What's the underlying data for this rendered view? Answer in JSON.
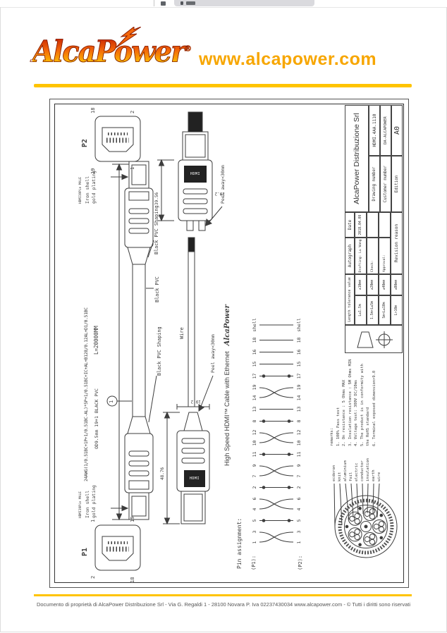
{
  "header": {
    "logo": "AlcaPower",
    "reg": "®",
    "url": "www.alcapower.com"
  },
  "footer": {
    "text": "Documento di proprietà di AlcaPower Distribuzione Srl - Via G. Regaldi 1 - 28100 Novara P. Iva 02237430034 www.alcapower.com - © Tutti i diritti sono riservati"
  },
  "colors": {
    "accent_yellow": "#ffc400",
    "accent_orange": "#f7a600",
    "ink": "#3d3d3d"
  },
  "drawing": {
    "p1": {
      "label": "P1",
      "pin_tl": "2",
      "pin_tr": "1",
      "pin_bl": "18",
      "pin_br": "19"
    },
    "p2": {
      "label": "P2",
      "pin_tl": "19",
      "pin_tr": "18",
      "pin_bl": "1",
      "pin_br": "2"
    },
    "connector_note": {
      "line1": "HDMI19Pin MALE",
      "line2": "Iron shell",
      "line3": "gold plating"
    },
    "spec": {
      "line1": "24AWG(1/0.51BC+1P+1/0.51BC-AL)*5P+1/0.51BC+IC+AL+B128/0.12AL+D1/0.51BC",
      "line2": "OD9.5mm 19+1 BLACK PVC",
      "length": "L=20000MM"
    },
    "labels": {
      "black_pvc_shaping": "Black PVC Shaping",
      "black_pvc": "Black PVC",
      "wire": "Wire",
      "peel_away": "Peel away<30mm",
      "balloon": "1",
      "hdmi_logo": "HDMI",
      "cable_type": "High Speed HDMI™ Cable with Ethernet",
      "brand_script": "AlcaPower"
    },
    "dims": {
      "p1_length": "48.76",
      "p1_width": "19.2",
      "p2_length": "39.56",
      "p2_width": "19.2"
    },
    "pin_assignment": {
      "title": "Pin assignment:",
      "row1": "(P1):",
      "row2": "(P2):",
      "groups": [
        {
          "pins": [
            "1",
            "3"
          ],
          "sym": "twist"
        },
        {
          "pins": [
            "5"
          ],
          "sym": "drain"
        },
        {
          "pins": [
            "4",
            "6"
          ],
          "sym": "twist"
        },
        {
          "pins": [
            "2"
          ],
          "sym": "drain"
        },
        {
          "pins": [
            "7",
            "9"
          ],
          "sym": "twist"
        },
        {
          "pins": [
            "11"
          ],
          "sym": "drain"
        },
        {
          "pins": [
            "10",
            "12"
          ],
          "sym": "twist"
        },
        {
          "pins": [
            "8"
          ],
          "sym": "drain"
        },
        {
          "pins": [
            "13"
          ],
          "sym": "line"
        },
        {
          "pins": [
            "14",
            "19"
          ],
          "sym": "twist"
        },
        {
          "pins": [
            "17"
          ],
          "sym": "drain"
        },
        {
          "pins": [
            "15"
          ],
          "sym": "line"
        },
        {
          "pins": [
            "16"
          ],
          "sym": "line"
        },
        {
          "pins": [
            "18"
          ],
          "sym": "line"
        },
        {
          "pins": [
            "shell"
          ],
          "sym": "line"
        }
      ]
    },
    "cross_section": {
      "labels": [
        "ecderon",
        "knit",
        "aluminium",
        "foil",
        "electric",
        "conductor",
        "insulation",
        "earth",
        "wire"
      ],
      "remark_lines": [
        "remarks:",
        "1. 100% Pass test",
        "2. On resistance : 5 Ohms MAX",
        "3. Insulation resistance : 5M Ohms MIN",
        "4. Voltage test: 300V DC/10ms",
        "5. The product is in conformity with",
        "   the RoHS standard",
        "6. Terminal exposed dimension>9.0"
      ]
    },
    "title_block": {
      "company": "AlcaPower Distribuzione Srl",
      "drawing_number_label": "Drawing number",
      "drawing_number": "HDMI.4AA.1110",
      "customer_number_label": "Customer number",
      "customer_number": "DA-ALCAPOWER",
      "edition_label": "Edition",
      "edition": "A0",
      "tolerance_header": "Length tolerance value",
      "tolerances": [
        {
          "range": "L≤1.5m",
          "tol": "±10mm"
        },
        {
          "range": "1.5m<L≤5m",
          "tol": "±20mm"
        },
        {
          "range": "5m<L≤10m",
          "tol": "±40mm"
        },
        {
          "range": "L>10m",
          "tol": "±80mm"
        }
      ],
      "autograph_header": "Autograph",
      "autograph_rows": [
        "Drafting: Lu Wang",
        "Check:",
        "Approval:"
      ],
      "date_header": "Date",
      "date": "2018.04.09",
      "revision": "Revision reason"
    }
  }
}
